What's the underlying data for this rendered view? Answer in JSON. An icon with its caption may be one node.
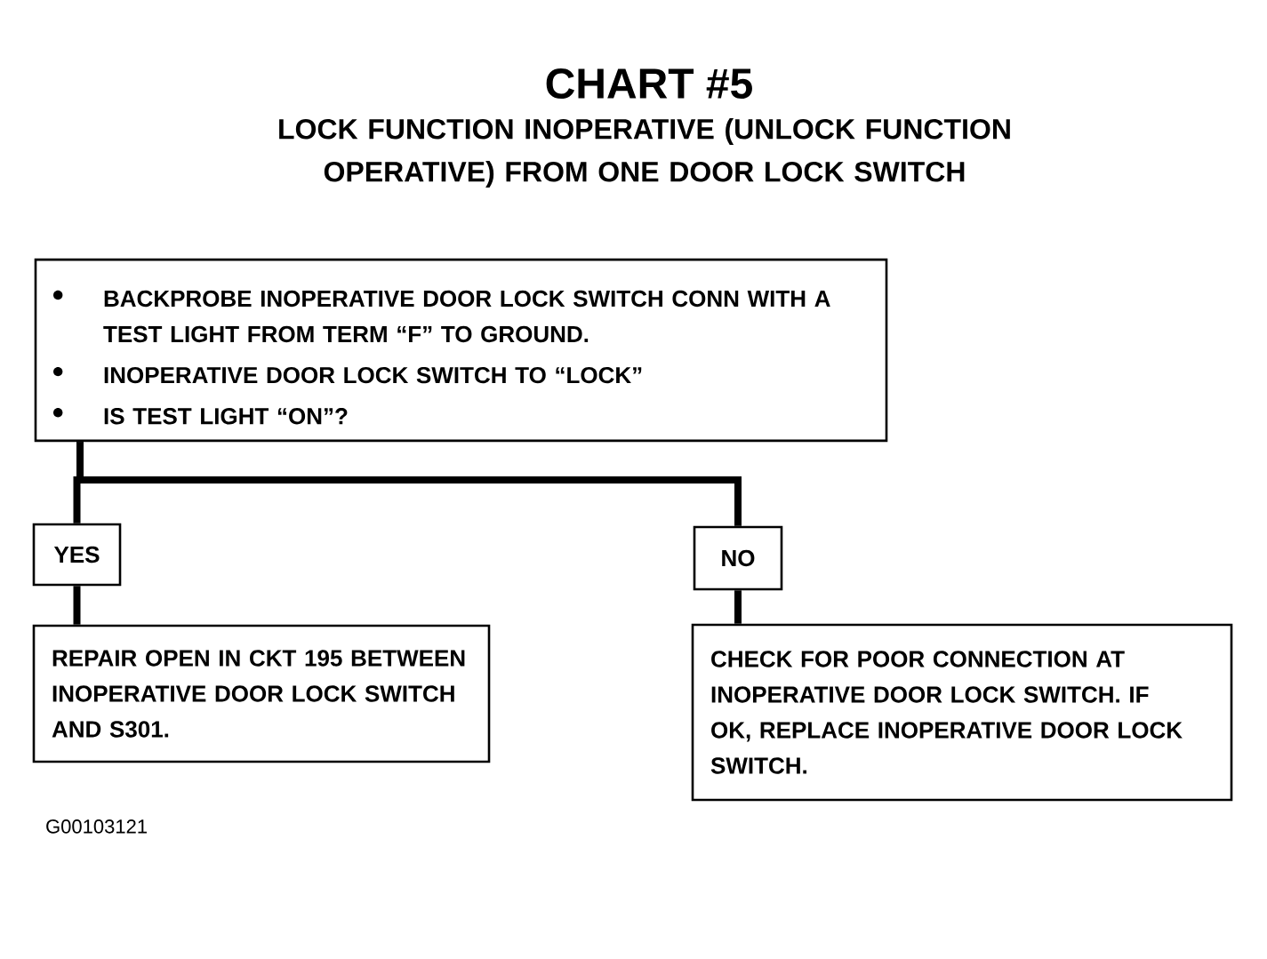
{
  "diagram": {
    "title": "CHART #5",
    "nodes": [
      {
        "text": [
          "BACKPROBE INOPERATIVE DOOR LOCK SWITCH CONN WITH A TEST LIGHT FROM TERM “F” TO GROUND.",
          "INOPERATIVE DOOR LOCK SWITCH TO “LOCK”",
          "IS TEST LIGHT “ON”?"
        ]
      },
      {
        "text": [
          "YES"
        ]
      },
      {
        "text": [
          "NO"
        ]
      },
      {
        "text": [
          "REPAIR OPEN IN CKT 195 BETWEEN INOPERATIVE DOOR LOCK SWITCH AND S301."
        ]
      },
      {
        "text": [
          "CHECK FOR POOR CONNECTION AT INOPERATIVE DOOR LOCK SWITCH. IF OK, REPLACE INOPERATIVE DOOR LOCK SWITCH."
        ]
      }
    ],
    "edges": [
      {
        "from": 0,
        "to": 1,
        "arrow": "none"
      },
      {
        "from": 0,
        "to": 2,
        "arrow": "none"
      },
      {
        "from": 1,
        "to": 3,
        "arrow": "none"
      },
      {
        "from": 2,
        "to": 4,
        "arrow": "none"
      }
    ],
    "labels": [
      "LOCK FUNCTION INOPERATIVE (UNLOCK FUNCTION OPERATIVE) FROM ONE DOOR LOCK SWITCH",
      "G00103121"
    ]
  }
}
